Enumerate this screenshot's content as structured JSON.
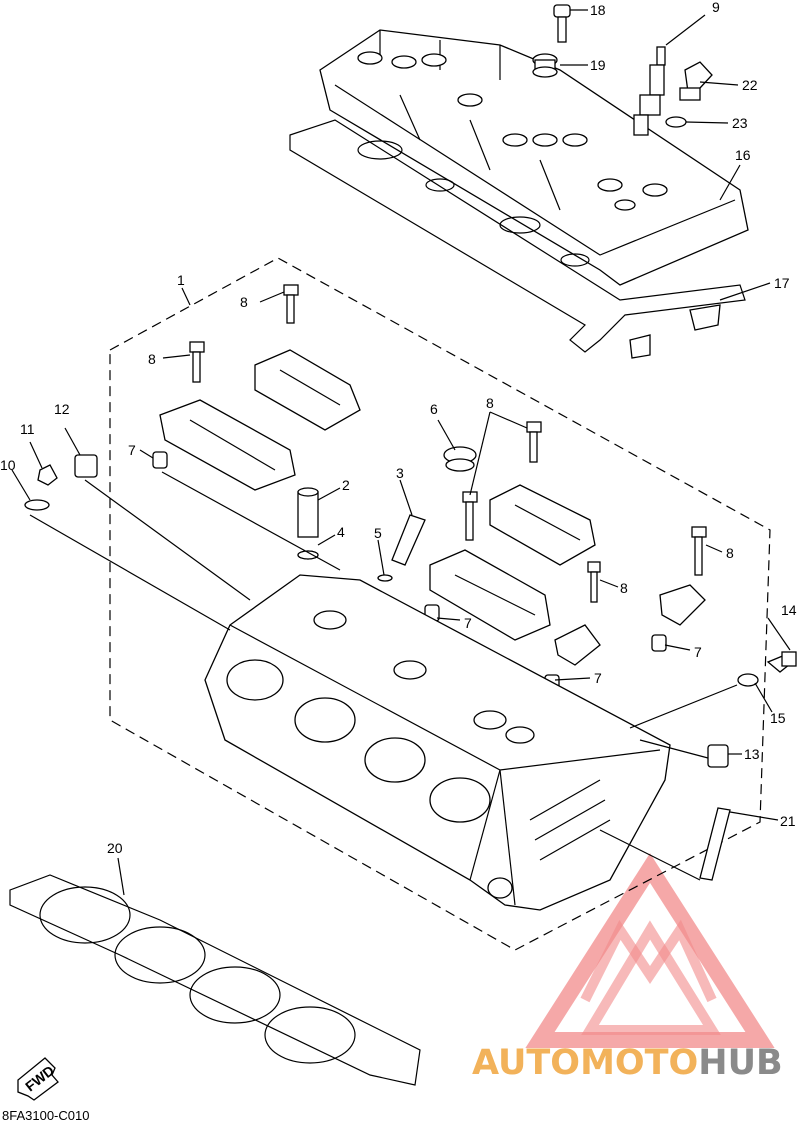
{
  "diagram": {
    "code": "8FA3100-C010",
    "fwd_label": "FWD",
    "watermark": {
      "part1": "AUTO",
      "part2": "MOTO",
      "part3": "HUB",
      "color_orange": "#f2b25a",
      "color_gray": "#8a8a8a",
      "color_red": "#e23b3b"
    },
    "callouts": [
      {
        "id": "c18",
        "text": "18"
      },
      {
        "id": "c9",
        "text": "9"
      },
      {
        "id": "c19",
        "text": "19"
      },
      {
        "id": "c22",
        "text": "22"
      },
      {
        "id": "c23",
        "text": "23"
      },
      {
        "id": "c16",
        "text": "16"
      },
      {
        "id": "c17",
        "text": "17"
      },
      {
        "id": "c1",
        "text": "1"
      },
      {
        "id": "c8a",
        "text": "8"
      },
      {
        "id": "c8b",
        "text": "8"
      },
      {
        "id": "c8c",
        "text": "8"
      },
      {
        "id": "c8d",
        "text": "8"
      },
      {
        "id": "c8e",
        "text": "8"
      },
      {
        "id": "c12",
        "text": "12"
      },
      {
        "id": "c11",
        "text": "11"
      },
      {
        "id": "c10",
        "text": "10"
      },
      {
        "id": "c7a",
        "text": "7"
      },
      {
        "id": "c7b",
        "text": "7"
      },
      {
        "id": "c7c",
        "text": "7"
      },
      {
        "id": "c7d",
        "text": "7"
      },
      {
        "id": "c6",
        "text": "6"
      },
      {
        "id": "c2",
        "text": "2"
      },
      {
        "id": "c3",
        "text": "3"
      },
      {
        "id": "c4",
        "text": "4"
      },
      {
        "id": "c5",
        "text": "5"
      },
      {
        "id": "c14",
        "text": "14"
      },
      {
        "id": "c15",
        "text": "15"
      },
      {
        "id": "c13",
        "text": "13"
      },
      {
        "id": "c21",
        "text": "21"
      },
      {
        "id": "c20",
        "text": "20"
      }
    ]
  }
}
